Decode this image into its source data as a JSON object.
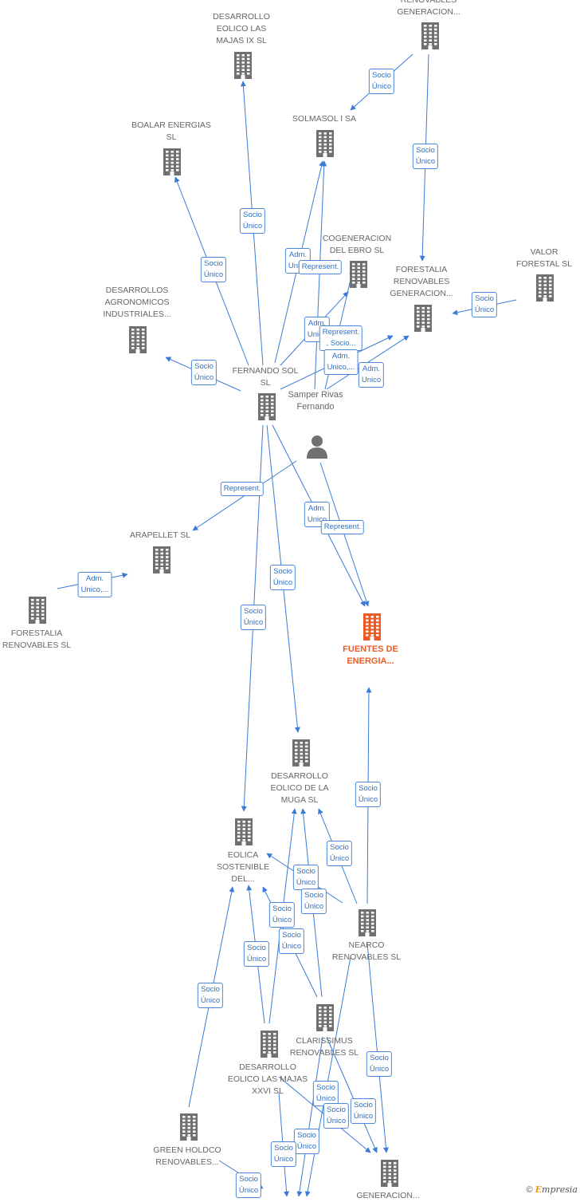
{
  "colors": {
    "edge": "#3a7bd5",
    "node": "#707070",
    "main_node": "#ee5a24",
    "label": "#666666"
  },
  "nodes": [
    {
      "id": "renov_gen_top",
      "label": "RENOVABLES GENERACION...",
      "type": "company"
    },
    {
      "id": "majas_ix",
      "label": "DESARROLLO EOLICO LAS MAJAS IX SL",
      "type": "company"
    },
    {
      "id": "boalar",
      "label": "BOALAR ENERGIAS SL",
      "type": "company"
    },
    {
      "id": "solmasol",
      "label": "SOLMASOL I SA",
      "type": "company"
    },
    {
      "id": "cogeneracion",
      "label": "COGENERACION DEL EBRO SL",
      "type": "company"
    },
    {
      "id": "forestalia_gen",
      "label": "FORESTALIA RENOVABLES GENERACION...",
      "type": "company"
    },
    {
      "id": "valor_forestal",
      "label": "VALOR FORESTAL SL",
      "type": "company"
    },
    {
      "id": "agronomicos",
      "label": "DESARROLLOS AGRONOMICOS INDUSTRIALES...",
      "type": "company"
    },
    {
      "id": "fernando_sol",
      "label": "FERNANDO SOL SL",
      "type": "company"
    },
    {
      "id": "samper",
      "label": "Samper Rivas Fernando",
      "type": "person"
    },
    {
      "id": "arapellet",
      "label": "ARAPELLET SL",
      "type": "company"
    },
    {
      "id": "forestalia_sl",
      "label": "FORESTALIA RENOVABLES SL",
      "type": "company"
    },
    {
      "id": "fuentes",
      "label": "FUENTES DE ENERGIA...",
      "type": "main"
    },
    {
      "id": "muga",
      "label": "DESARROLLO EOLICO DE LA MUGA SL",
      "type": "company"
    },
    {
      "id": "eolica_sost",
      "label": "EOLICA SOSTENIBLE DEL...",
      "type": "company"
    },
    {
      "id": "nearco",
      "label": "NEARCO RENOVABLES SL",
      "type": "company"
    },
    {
      "id": "clarissimus",
      "label": "CLARISSIMUS RENOVABLES SL",
      "type": "company"
    },
    {
      "id": "majas_xxvi",
      "label": "DESARROLLO EOLICO LAS MAJAS XXVI SL",
      "type": "company"
    },
    {
      "id": "green_holdco",
      "label": "GREEN HOLDCO RENOVABLES...",
      "type": "company"
    },
    {
      "id": "generacion_bottom",
      "label": "GENERACION...",
      "type": "company"
    }
  ],
  "edges": [
    {
      "from": "fernando_sol",
      "to": "majas_ix",
      "label": "Socio Único"
    },
    {
      "from": "fernando_sol",
      "to": "boalar",
      "label": "Socio Único"
    },
    {
      "from": "fernando_sol",
      "to": "agronomicos",
      "label": "Socio Único"
    },
    {
      "from": "fernando_sol",
      "to": "solmasol",
      "label": "Adm. Unico"
    },
    {
      "from": "samper",
      "to": "solmasol",
      "label": "Represent."
    },
    {
      "from": "renov_gen_top",
      "to": "solmasol",
      "label": "Socio Único"
    },
    {
      "from": "renov_gen_top",
      "to": "forestalia_gen",
      "label": "Socio Único"
    },
    {
      "from": "valor_forestal",
      "to": "forestalia_gen",
      "label": "Socio Único"
    },
    {
      "from": "fernando_sol",
      "to": "cogeneracion",
      "label": "Adm. Unico"
    },
    {
      "from": "samper",
      "to": "cogeneracion",
      "label": "Represent. , Socio..."
    },
    {
      "from": "fernando_sol",
      "to": "forestalia_gen",
      "label": "Adm. Unico,..."
    },
    {
      "from": "samper",
      "to": "forestalia_gen",
      "label": "Adm. Unico"
    },
    {
      "from": "samper",
      "to": "arapellet",
      "label": "Represent."
    },
    {
      "from": "forestalia_sl",
      "to": "arapellet",
      "label": "Adm. Unico,..."
    },
    {
      "from": "fernando_sol",
      "to": "fuentes",
      "label": "Adm. Unico"
    },
    {
      "from": "samper",
      "to": "fuentes",
      "label": "Represent."
    },
    {
      "from": "fernando_sol",
      "to": "muga",
      "label": "Socio Único"
    },
    {
      "from": "fernando_sol",
      "to": "eolica_sost",
      "label": "Socio Único"
    },
    {
      "from": "nearco",
      "to": "fuentes",
      "label": "Socio Único"
    },
    {
      "from": "nearco",
      "to": "muga",
      "label": "Socio Único"
    },
    {
      "from": "nearco",
      "to": "eolica_sost",
      "label": "Socio Único"
    },
    {
      "from": "clarissimus",
      "to": "muga",
      "label": "Socio Único"
    },
    {
      "from": "clarissimus",
      "to": "eolica_sost",
      "label": "Socio Único"
    },
    {
      "from": "majas_xxvi",
      "to": "muga",
      "label": "Socio Único"
    },
    {
      "from": "majas_xxvi",
      "to": "eolica_sost",
      "label": "Socio Único"
    },
    {
      "from": "green_holdco",
      "to": "eolica_sost",
      "label": "Socio Único"
    },
    {
      "from": "nearco",
      "to": "generacion_bottom",
      "label": "Socio Único"
    },
    {
      "from": "clarissimus",
      "to": "generacion_bottom",
      "label": "Socio Único"
    },
    {
      "from": "majas_xxvi",
      "to": "generacion_bottom",
      "label": "Socio Único"
    },
    {
      "from": "green_holdco",
      "to": "generacion_bottom",
      "label": "Socio Único"
    },
    {
      "from": "nearco",
      "to": "generacion_bottom",
      "label": "Socio Único"
    },
    {
      "from": "clarissimus",
      "to": "generacion_bottom",
      "label": "Socio Único"
    },
    {
      "from": "majas_xxvi",
      "to": "generacion_bottom",
      "label": "Socio Único"
    }
  ],
  "brand": {
    "copyright": "©",
    "initial": "E",
    "rest": "mpresia"
  }
}
